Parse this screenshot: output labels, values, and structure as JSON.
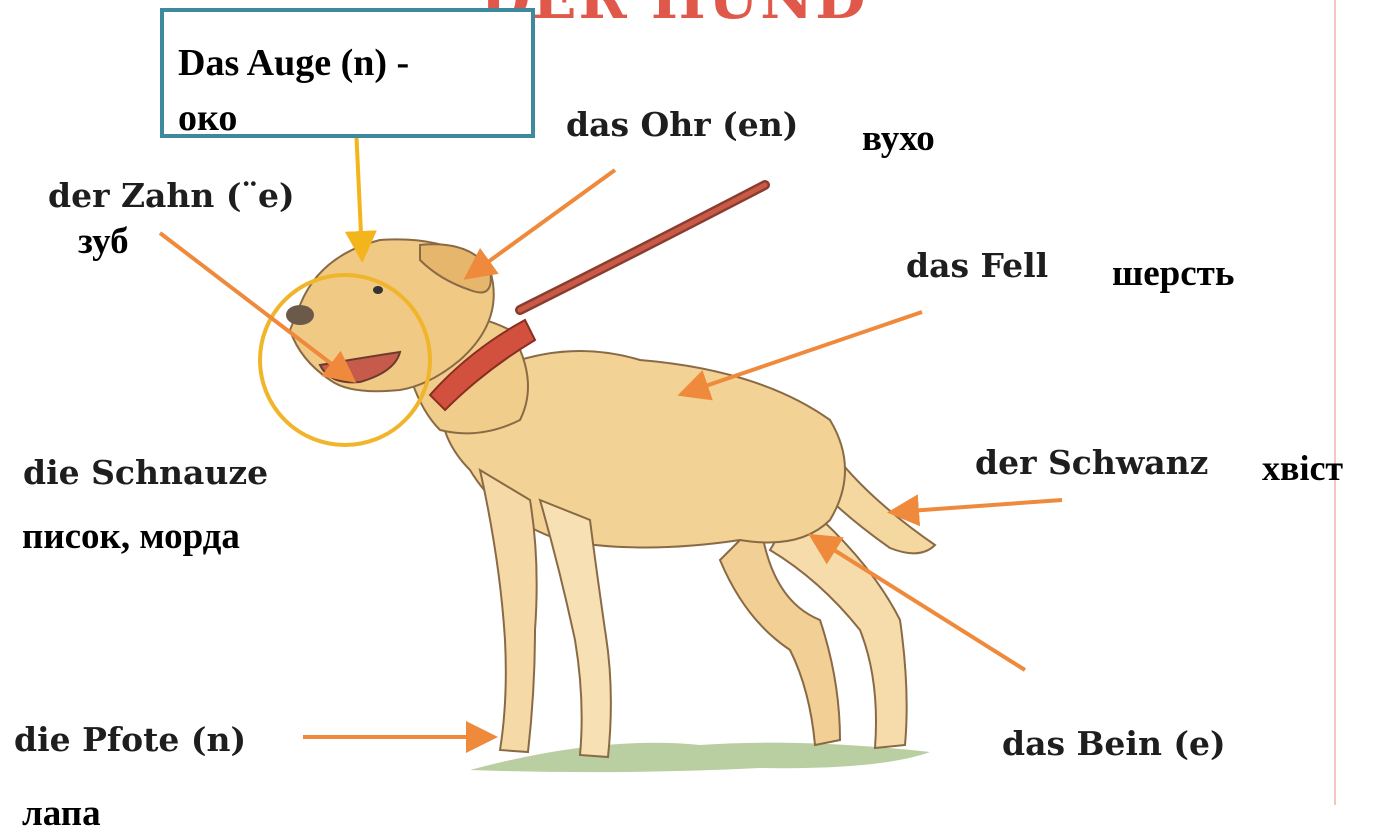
{
  "title": "DER HUND",
  "box": {
    "line1": "Das Auge (n) -",
    "line2": "око"
  },
  "labels": {
    "ohr_de": "das Ohr (en)",
    "ohr_ua": "вухо",
    "zahn_de": "der Zahn (¨e)",
    "zahn_ua": "зуб",
    "fell_de": "das Fell",
    "fell_ua": "шерсть",
    "schnauze_de": "die Schnauze",
    "schnauze_ua": "писок, морда",
    "schwanz_de": "der Schwanz",
    "schwanz_ua": "хвіст",
    "pfote_de": "die Pfote (n)",
    "pfote_ua": "лапа",
    "bein_de": "das Bein (e)"
  },
  "colors": {
    "arrow": "#ef8a3c",
    "auge_arrow": "#f4b41c",
    "circle": "#f0b52b",
    "box_border": "#3e8a9c",
    "title": "#e0584a"
  }
}
